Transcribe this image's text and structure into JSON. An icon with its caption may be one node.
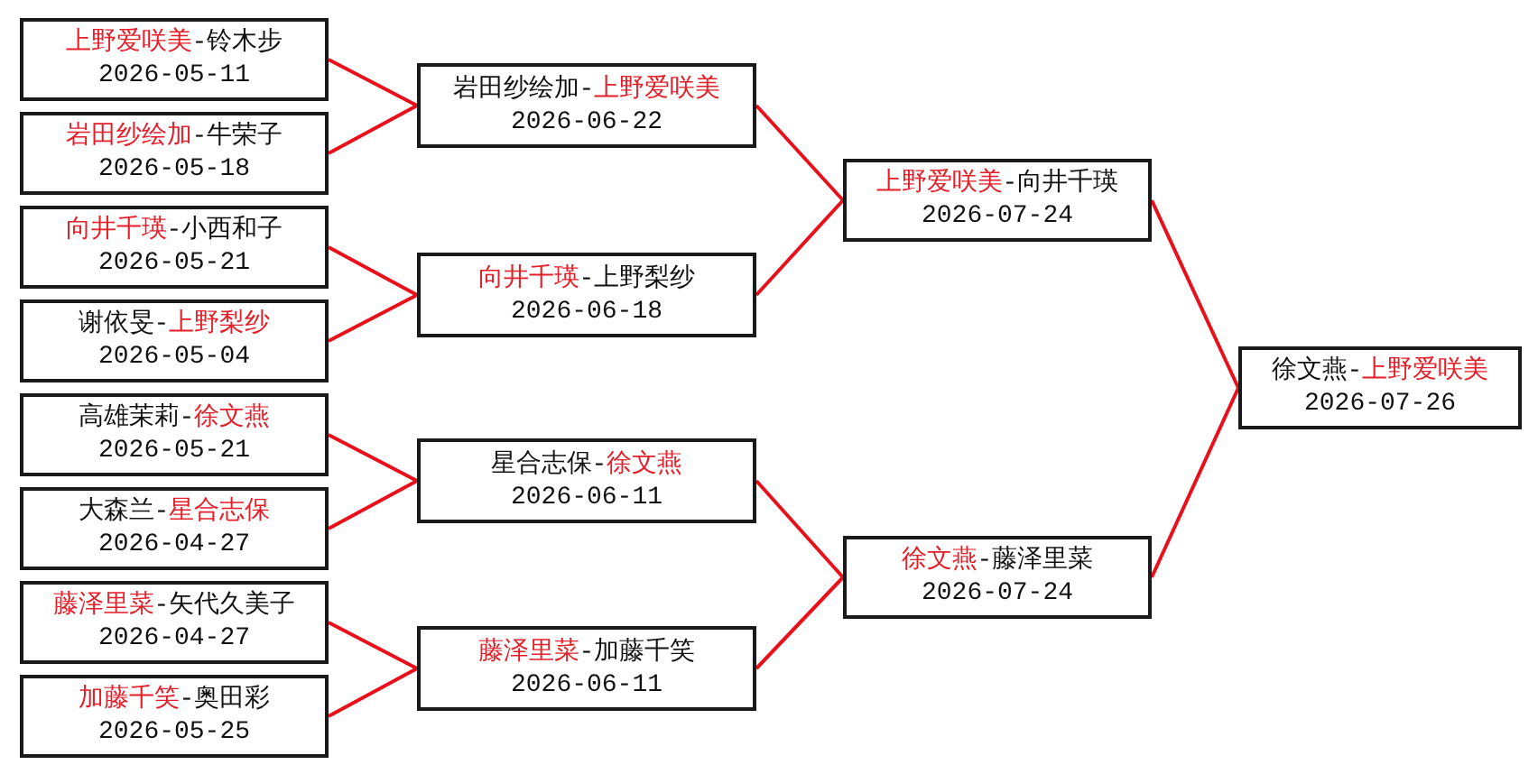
{
  "diagram": {
    "nodes": [
      {
        "text": [
          "**上野爱咲美**-铃木步",
          "2026-05-11"
        ]
      },
      {
        "text": [
          "**岩田纱绘加**-牛荣子",
          "2026-05-18"
        ]
      },
      {
        "text": [
          "**向井千瑛**-小西和子",
          "2026-05-21"
        ]
      },
      {
        "text": [
          "谢依旻-**上野梨纱**",
          "2026-05-04"
        ]
      },
      {
        "text": [
          "高雄茉莉-**徐文燕**",
          "2026-05-21"
        ]
      },
      {
        "text": [
          "大森兰-**星合志保**",
          "2026-04-27"
        ]
      },
      {
        "text": [
          "**藤泽里菜**-矢代久美子",
          "2026-04-27"
        ]
      },
      {
        "text": [
          "**加藤千笑**-奥田彩",
          "2026-05-25"
        ]
      },
      {
        "text": [
          "岩田纱绘加-**上野爱咲美**",
          "2026-06-22"
        ]
      },
      {
        "text": [
          "**向井千瑛**-上野梨纱",
          "2026-06-18"
        ]
      },
      {
        "text": [
          "星合志保-**徐文燕**",
          "2026-06-11"
        ]
      },
      {
        "text": [
          "**藤泽里菜**-加藤千笑",
          "2026-06-11"
        ]
      },
      {
        "text": [
          "**上野爱咲美**-向井千瑛",
          "2026-07-24"
        ]
      },
      {
        "text": [
          "**徐文燕**-藤泽里菜",
          "2026-07-24"
        ]
      },
      {
        "text": [
          "徐文燕-**上野爱咲美**",
          "2026-07-26"
        ]
      }
    ],
    "edges": [
      {
        "from": 0,
        "to": 8,
        "arrow": "none"
      },
      {
        "from": 1,
        "to": 8,
        "arrow": "none"
      },
      {
        "from": 2,
        "to": 9,
        "arrow": "none"
      },
      {
        "from": 3,
        "to": 9,
        "arrow": "none"
      },
      {
        "from": 4,
        "to": 10,
        "arrow": "none"
      },
      {
        "from": 5,
        "to": 10,
        "arrow": "none"
      },
      {
        "from": 6,
        "to": 11,
        "arrow": "none"
      },
      {
        "from": 7,
        "to": 11,
        "arrow": "none"
      },
      {
        "from": 8,
        "to": 12,
        "arrow": "none"
      },
      {
        "from": 9,
        "to": 12,
        "arrow": "none"
      },
      {
        "from": 10,
        "to": 13,
        "arrow": "none"
      },
      {
        "from": 11,
        "to": 13,
        "arrow": "none"
      },
      {
        "from": 12,
        "to": 14,
        "arrow": "none"
      },
      {
        "from": 13,
        "to": 14,
        "arrow": "none"
      }
    ]
  }
}
